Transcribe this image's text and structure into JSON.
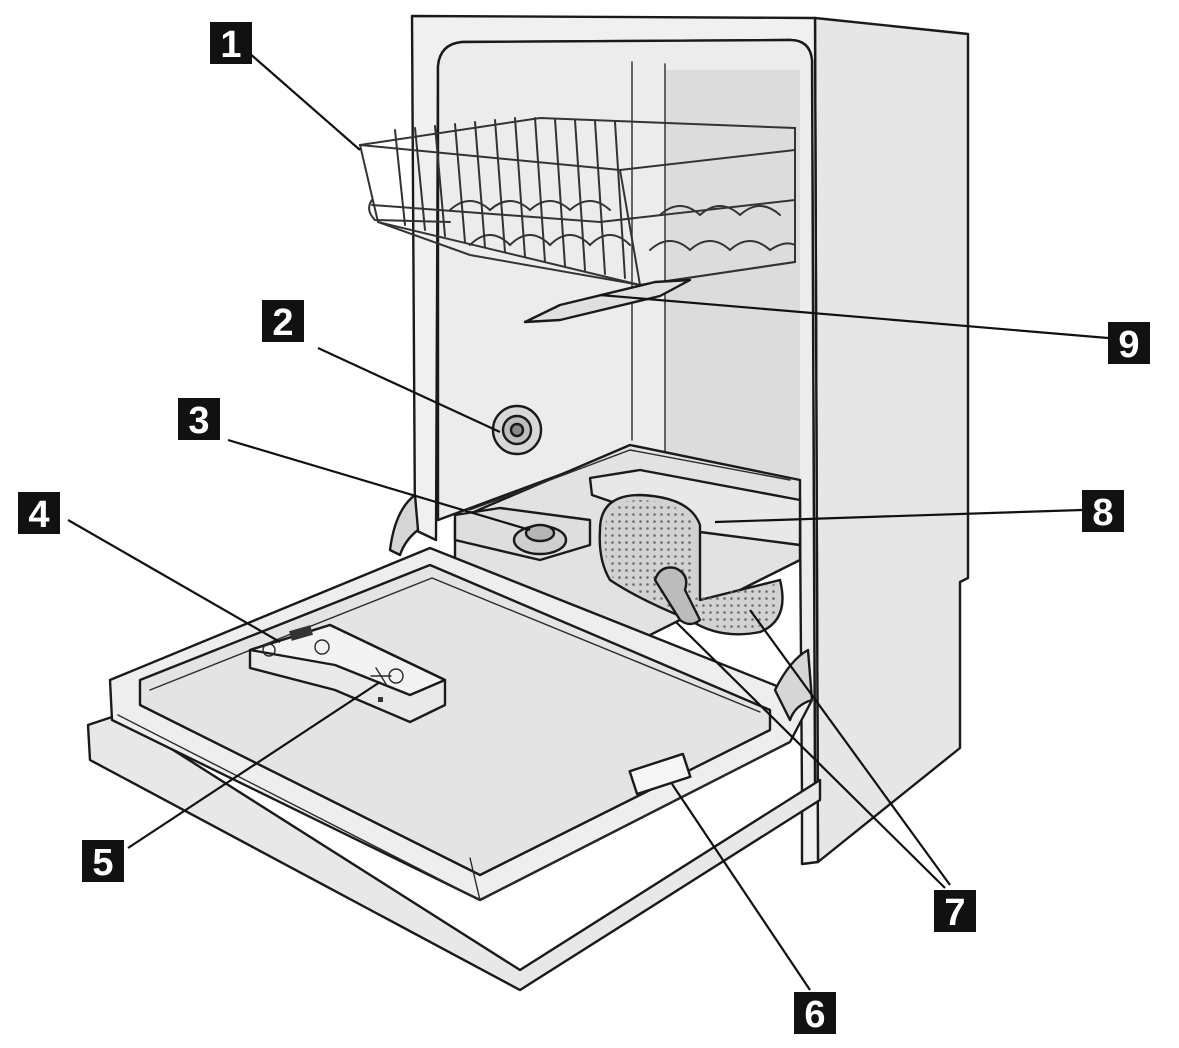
{
  "diagram": {
    "callouts": [
      {
        "id": "1",
        "label": "1"
      },
      {
        "id": "2",
        "label": "2"
      },
      {
        "id": "3",
        "label": "3"
      },
      {
        "id": "4",
        "label": "4"
      },
      {
        "id": "5",
        "label": "5"
      },
      {
        "id": "6",
        "label": "6"
      },
      {
        "id": "7",
        "label": "7"
      },
      {
        "id": "8",
        "label": "8"
      },
      {
        "id": "9",
        "label": "9"
      }
    ],
    "colors": {
      "line": "#1a1a1a",
      "cabinet_front": "#f0f0f0",
      "cabinet_side": "#e6e6e6",
      "tub_interior": "#ececec",
      "tub_shadow": "#dcdcdc",
      "door_surface": "#eeeeee",
      "door_floor": "#e4e4e4",
      "callout_fill": "#111111",
      "callout_text": "#ffffff"
    }
  }
}
